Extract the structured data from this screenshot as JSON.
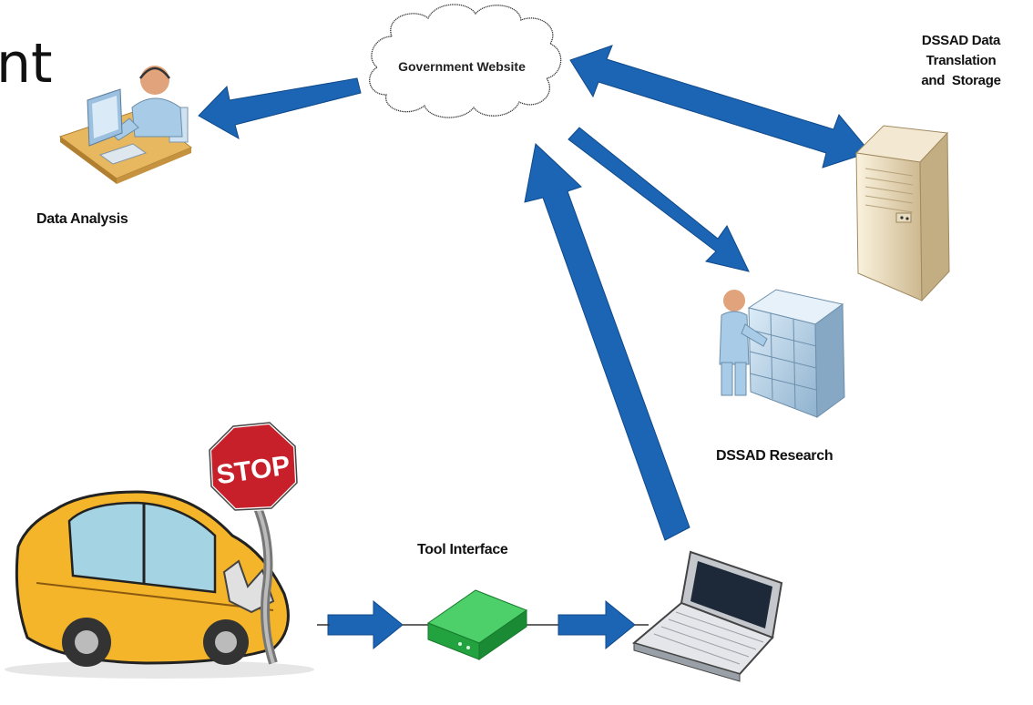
{
  "title_fragment": "nt",
  "nodes": {
    "government_website": "Government Website",
    "data_analysis": "Data Analysis",
    "dssad_storage": [
      "DSSAD Data",
      "Translation",
      "and  Storage"
    ],
    "dssad_research": "DSSAD Research",
    "tool_interface": "Tool Interface"
  },
  "colors": {
    "arrow": "#1c64b4",
    "car": "#f4b52a",
    "stop_sign": "#c8202a",
    "tool_device": "#2bb24c",
    "server": "#ddc9a3"
  },
  "icons": [
    "analyst-at-computer-icon",
    "cloud-icon",
    "server-tower-icon",
    "person-at-storage-rack-icon",
    "crashed-car-icon",
    "stop-sign-icon",
    "tool-interface-device-icon",
    "laptop-icon"
  ]
}
